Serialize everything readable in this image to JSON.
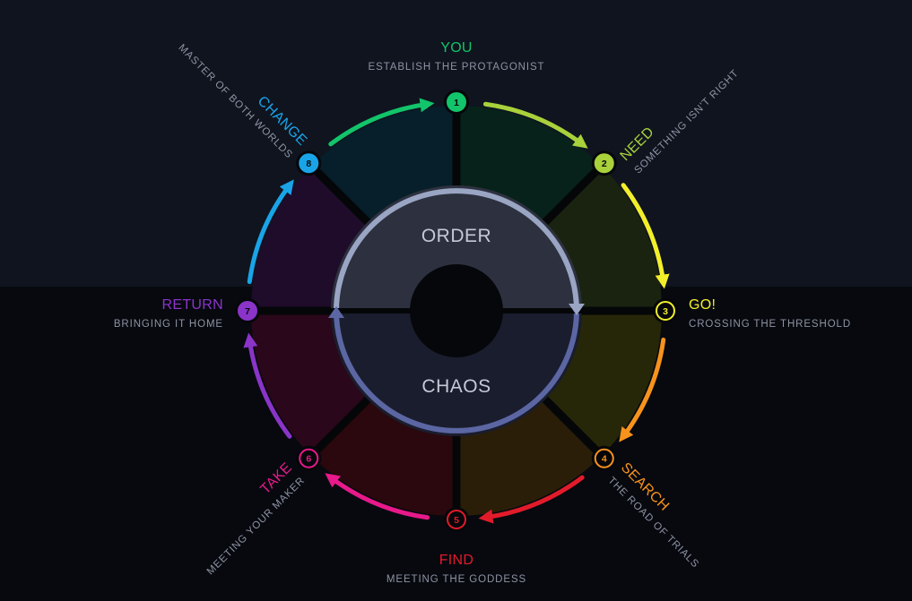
{
  "diagram": {
    "order_label": "ORDER",
    "chaos_label": "CHAOS",
    "colors": {
      "background_top": "#0f141f",
      "background_bottom": "#07090f",
      "order_fill": "#2d313f",
      "chaos_fill": "#1a1d2d",
      "ring_order": "#9aa5c4",
      "ring_chaos": "#5b66a3",
      "spoke": "#050608"
    },
    "steps": [
      {
        "number": "1",
        "title": "YOU",
        "subtitle": "ESTABLISH THE PROTAGONIST",
        "color": "#12c46a",
        "sector": "#07221b",
        "label_mode": "top"
      },
      {
        "number": "2",
        "title": "NEED",
        "subtitle": "SOMETHING ISN'T RIGHT",
        "color": "#a8d13b",
        "sector": "#1a2310",
        "label_mode": "diag-ne"
      },
      {
        "number": "3",
        "title": "GO!",
        "subtitle": "CROSSING THE THRESHOLD",
        "color": "#f2ef2a",
        "sector": "#262609",
        "label_mode": "right"
      },
      {
        "number": "4",
        "title": "SEARCH",
        "subtitle": "THE ROAD OF TRIALS",
        "color": "#f7921c",
        "sector": "#2a1e09",
        "label_mode": "diag-se"
      },
      {
        "number": "5",
        "title": "FIND",
        "subtitle": "MEETING THE GODDESS",
        "color": "#e21b2a",
        "sector": "#2a080d",
        "label_mode": "bottom"
      },
      {
        "number": "6",
        "title": "TAKE",
        "subtitle": "MEETING YOUR MAKER",
        "color": "#e8198a",
        "sector": "#2a071a",
        "label_mode": "diag-sw"
      },
      {
        "number": "7",
        "title": "RETURN",
        "subtitle": "BRINGING IT HOME",
        "color": "#8b34c9",
        "sector": "#1f0b2a",
        "label_mode": "left"
      },
      {
        "number": "8",
        "title": "CHANGE",
        "subtitle": "MASTER OF BOTH WORLDS",
        "color": "#1aa4e8",
        "sector": "#061f2a",
        "label_mode": "diag-nw"
      }
    ]
  }
}
